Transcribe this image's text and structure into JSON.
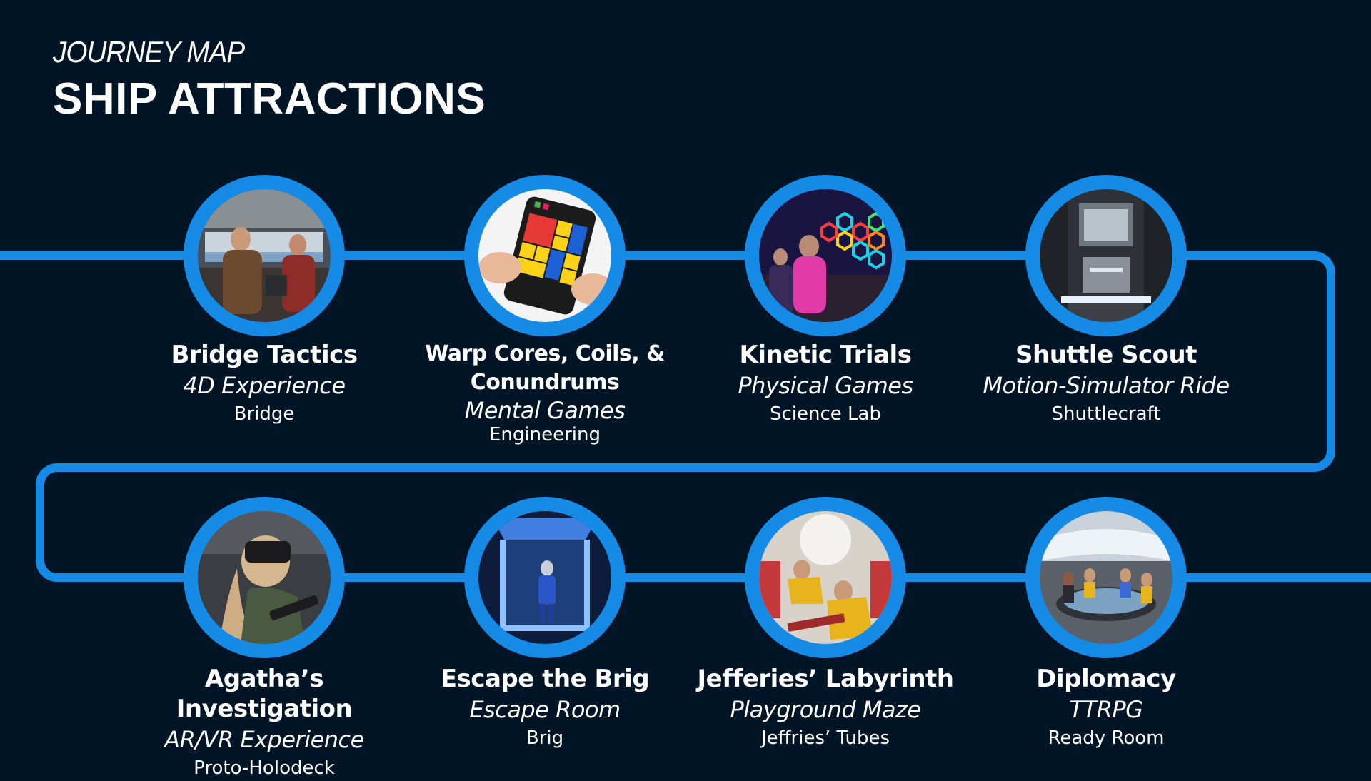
{
  "header": {
    "eyebrow": "JOURNEY MAP",
    "title": "SHIP ATTRACTIONS"
  },
  "colors": {
    "background": "#021526",
    "path": "#168be6",
    "text": "#ffffff"
  },
  "attractions": [
    {
      "name": "Bridge Tactics",
      "type": "4D Experience",
      "location": "Bridge",
      "image": "starship-bridge-crew-photo"
    },
    {
      "name": "Warp Cores, Coils, & Conundrums",
      "type": "Mental Games",
      "location": "Engineering",
      "image": "sliding-block-puzzle-photo"
    },
    {
      "name": "Kinetic Trials",
      "type": "Physical Games",
      "location": "Science Lab",
      "image": "hexagon-light-wall-game-photo"
    },
    {
      "name": "Shuttle Scout",
      "type": "Motion-Simulator Ride",
      "location": "Shuttlecraft",
      "image": "shuttle-cockpit-photo"
    },
    {
      "name": "Agatha’s Investigation",
      "type": "AR/VR Experience",
      "location": "Proto-Holodeck",
      "image": "vr-headset-player-photo"
    },
    {
      "name": "Escape the Brig",
      "type": "Escape Room",
      "location": "Brig",
      "image": "brig-cell-photo"
    },
    {
      "name": "Jefferies’ Labyrinth",
      "type": "Playground Maze",
      "location": "Jeffries’ Tubes",
      "image": "jefferies-tube-crawl-photo"
    },
    {
      "name": "Diplomacy",
      "type": "TTRPG",
      "location": "Ready Room",
      "image": "ready-room-table-photo"
    }
  ]
}
